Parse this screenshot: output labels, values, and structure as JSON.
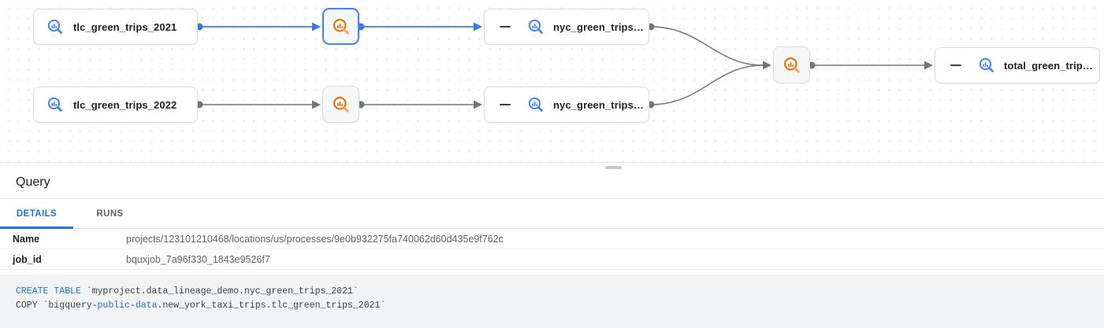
{
  "graph": {
    "nodes": {
      "tlc2021": {
        "label": "tlc_green_trips_2021",
        "type": "table"
      },
      "tlc2022": {
        "label": "tlc_green_trips_2022",
        "type": "table"
      },
      "proc1": {
        "type": "process",
        "selected": true
      },
      "proc2": {
        "type": "process",
        "selected": false
      },
      "nyc1": {
        "label": "nyc_green_trips…",
        "type": "table",
        "collapsed": true
      },
      "nyc2": {
        "label": "nyc_green_trips…",
        "type": "table",
        "collapsed": true
      },
      "proc3": {
        "type": "process",
        "selected": false
      },
      "total": {
        "label": "total_green_trip…",
        "type": "table",
        "collapsed": true
      }
    },
    "colors": {
      "selected_edge": "#3b78e8",
      "edge": "#757575",
      "node_border": "#dadce0",
      "table_icon": "#4285f4",
      "process_icon": "#e8710a",
      "process_icon_handle": "#f5a25f"
    }
  },
  "panel": {
    "title": "Query",
    "tabs": [
      {
        "label": "DETAILS",
        "active": true
      },
      {
        "label": "RUNS",
        "active": false
      }
    ],
    "details": [
      {
        "key": "Name",
        "value": "projects/123101210468/locations/us/processes/9e0b932275fa740062d60d435e9f762c"
      },
      {
        "key": "job_id",
        "value": "bquxjob_7a96f330_1843e9526f7"
      }
    ]
  },
  "code": {
    "lines": {
      "l1": {
        "t0": "CREATE TABLE",
        "t1": " `myproject.data_lineage_demo.nyc_green_trips_2021`"
      },
      "l2": {
        "t0": "COPY `bigquery-",
        "t1": "public",
        "t2": "-",
        "t3": "data",
        "t4": ".new_york_taxi_trips.tlc_green_trips_2021`"
      }
    }
  }
}
